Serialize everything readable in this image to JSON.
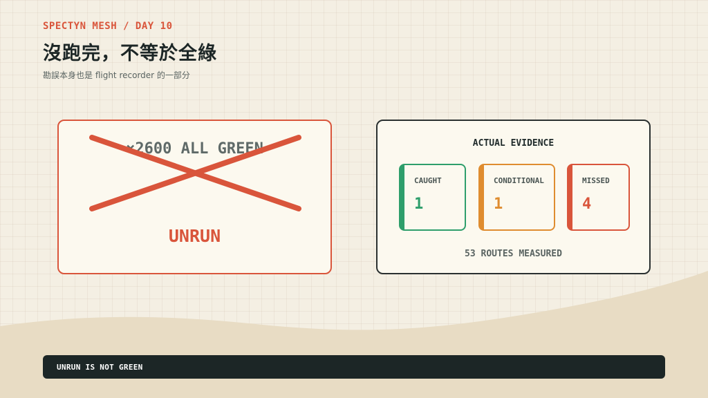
{
  "header": {
    "kicker": "SPECTYN MESH / DAY 10",
    "title": "沒跑完，不等於全綠",
    "subtitle": "勘誤本身也是 flight recorder 的一部分"
  },
  "claim_card": {
    "claim_text": "×2600 ALL GREEN",
    "status_label": "UNRUN",
    "accent_color": "#d9553b"
  },
  "evidence_card": {
    "title": "ACTUAL EVIDENCE",
    "stats": [
      {
        "label": "CAUGHT",
        "value": "1",
        "color": "#2e9e6b"
      },
      {
        "label": "CONDITIONAL",
        "value": "1",
        "color": "#df8c2f"
      },
      {
        "label": "MISSED",
        "value": "4",
        "color": "#d9553b"
      }
    ],
    "routes_text": "53 ROUTES MEASURED"
  },
  "footer": {
    "text": "UNRUN IS NOT GREEN"
  }
}
